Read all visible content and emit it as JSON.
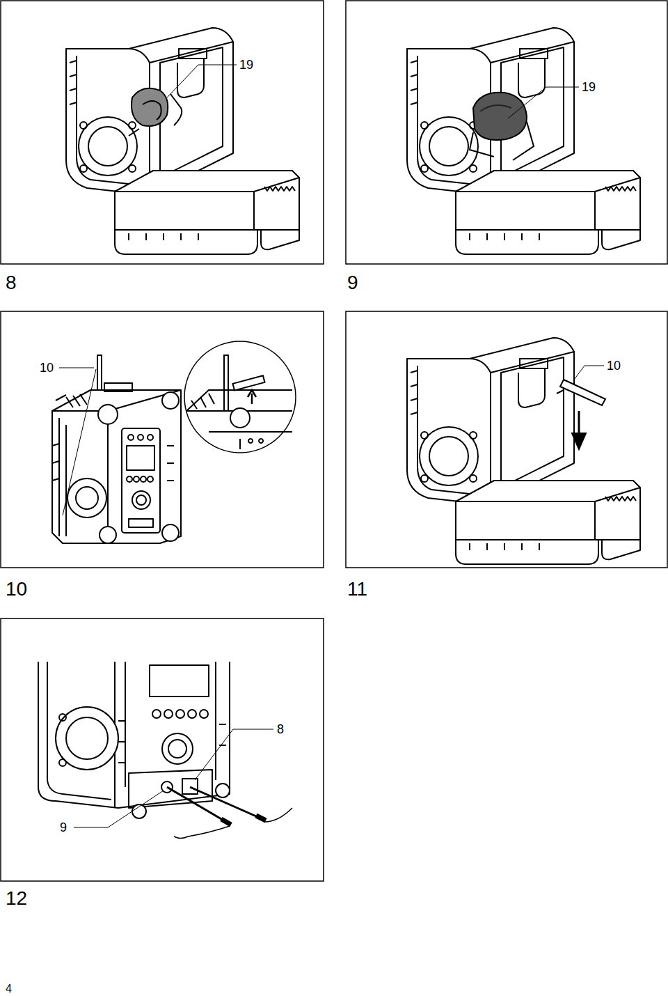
{
  "diagram": {
    "labels": [
      "19",
      "19",
      "8",
      "9",
      "10",
      "10",
      "10",
      "11",
      "8",
      "9",
      "12",
      "4"
    ]
  }
}
